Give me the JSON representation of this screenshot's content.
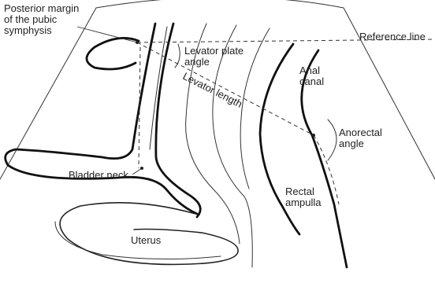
{
  "labels": {
    "posterior_margin": "Posterior margin\nof the pubic\nsymphysis",
    "reference_line": "Reference line",
    "levator_plate_angle": "Levator plate\nangle",
    "levator_length": "Levator length",
    "anal_canal": "Anal\ncanal",
    "anorectal_angle": "Anorectal\nangle",
    "rectal_ampulla": "Rectal\nampulla",
    "bladder_neck": "Bladder neck",
    "uterus": "Uterus"
  }
}
